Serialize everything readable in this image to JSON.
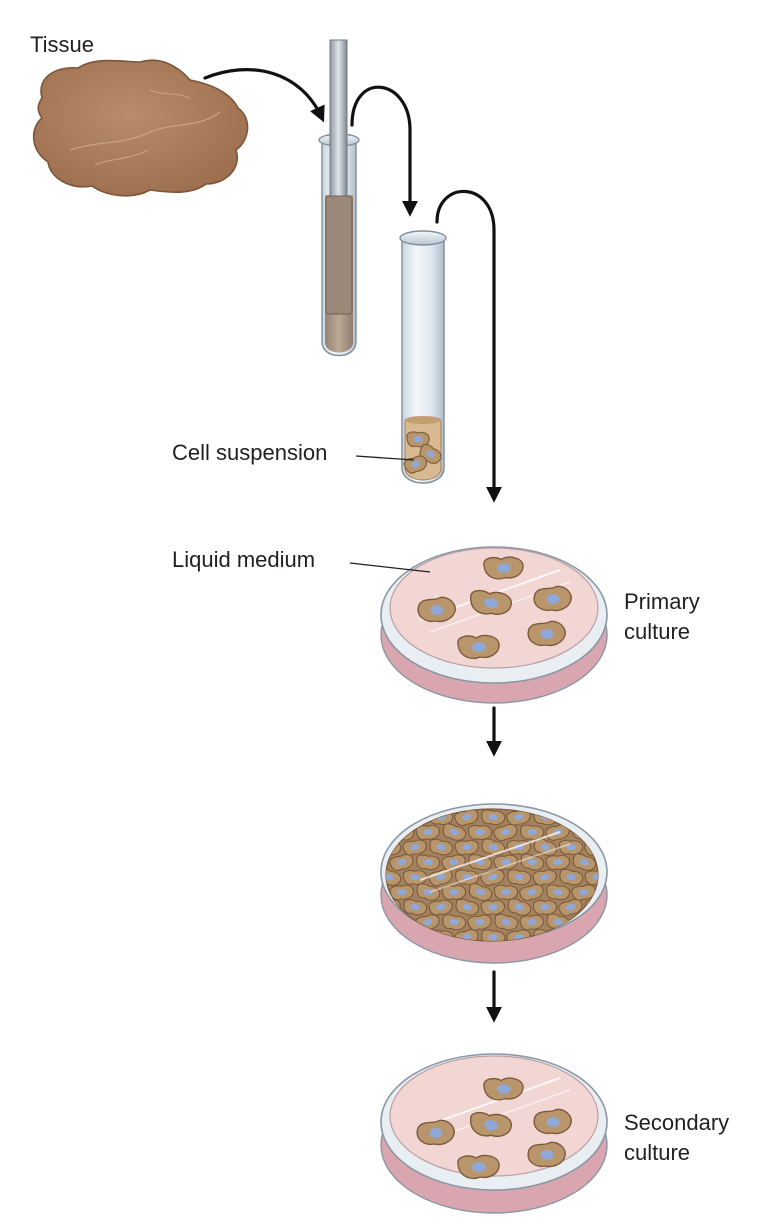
{
  "labels": {
    "tissue": "Tissue",
    "cell_suspension": "Cell suspension",
    "liquid_medium": "Liquid medium",
    "primary_culture_line1": "Primary",
    "primary_culture_line2": "culture",
    "secondary_culture_line1": "Secondary",
    "secondary_culture_line2": "culture"
  },
  "colors": {
    "tissue": "#a87b5c",
    "tissue_edge": "#7e5538",
    "cell_body": "#b9956b",
    "nucleus": "#8fa8d8",
    "medium": "#f2d6d3",
    "dish_rim": "#e9eef3",
    "arrow": "#111111",
    "text": "#231f20"
  }
}
